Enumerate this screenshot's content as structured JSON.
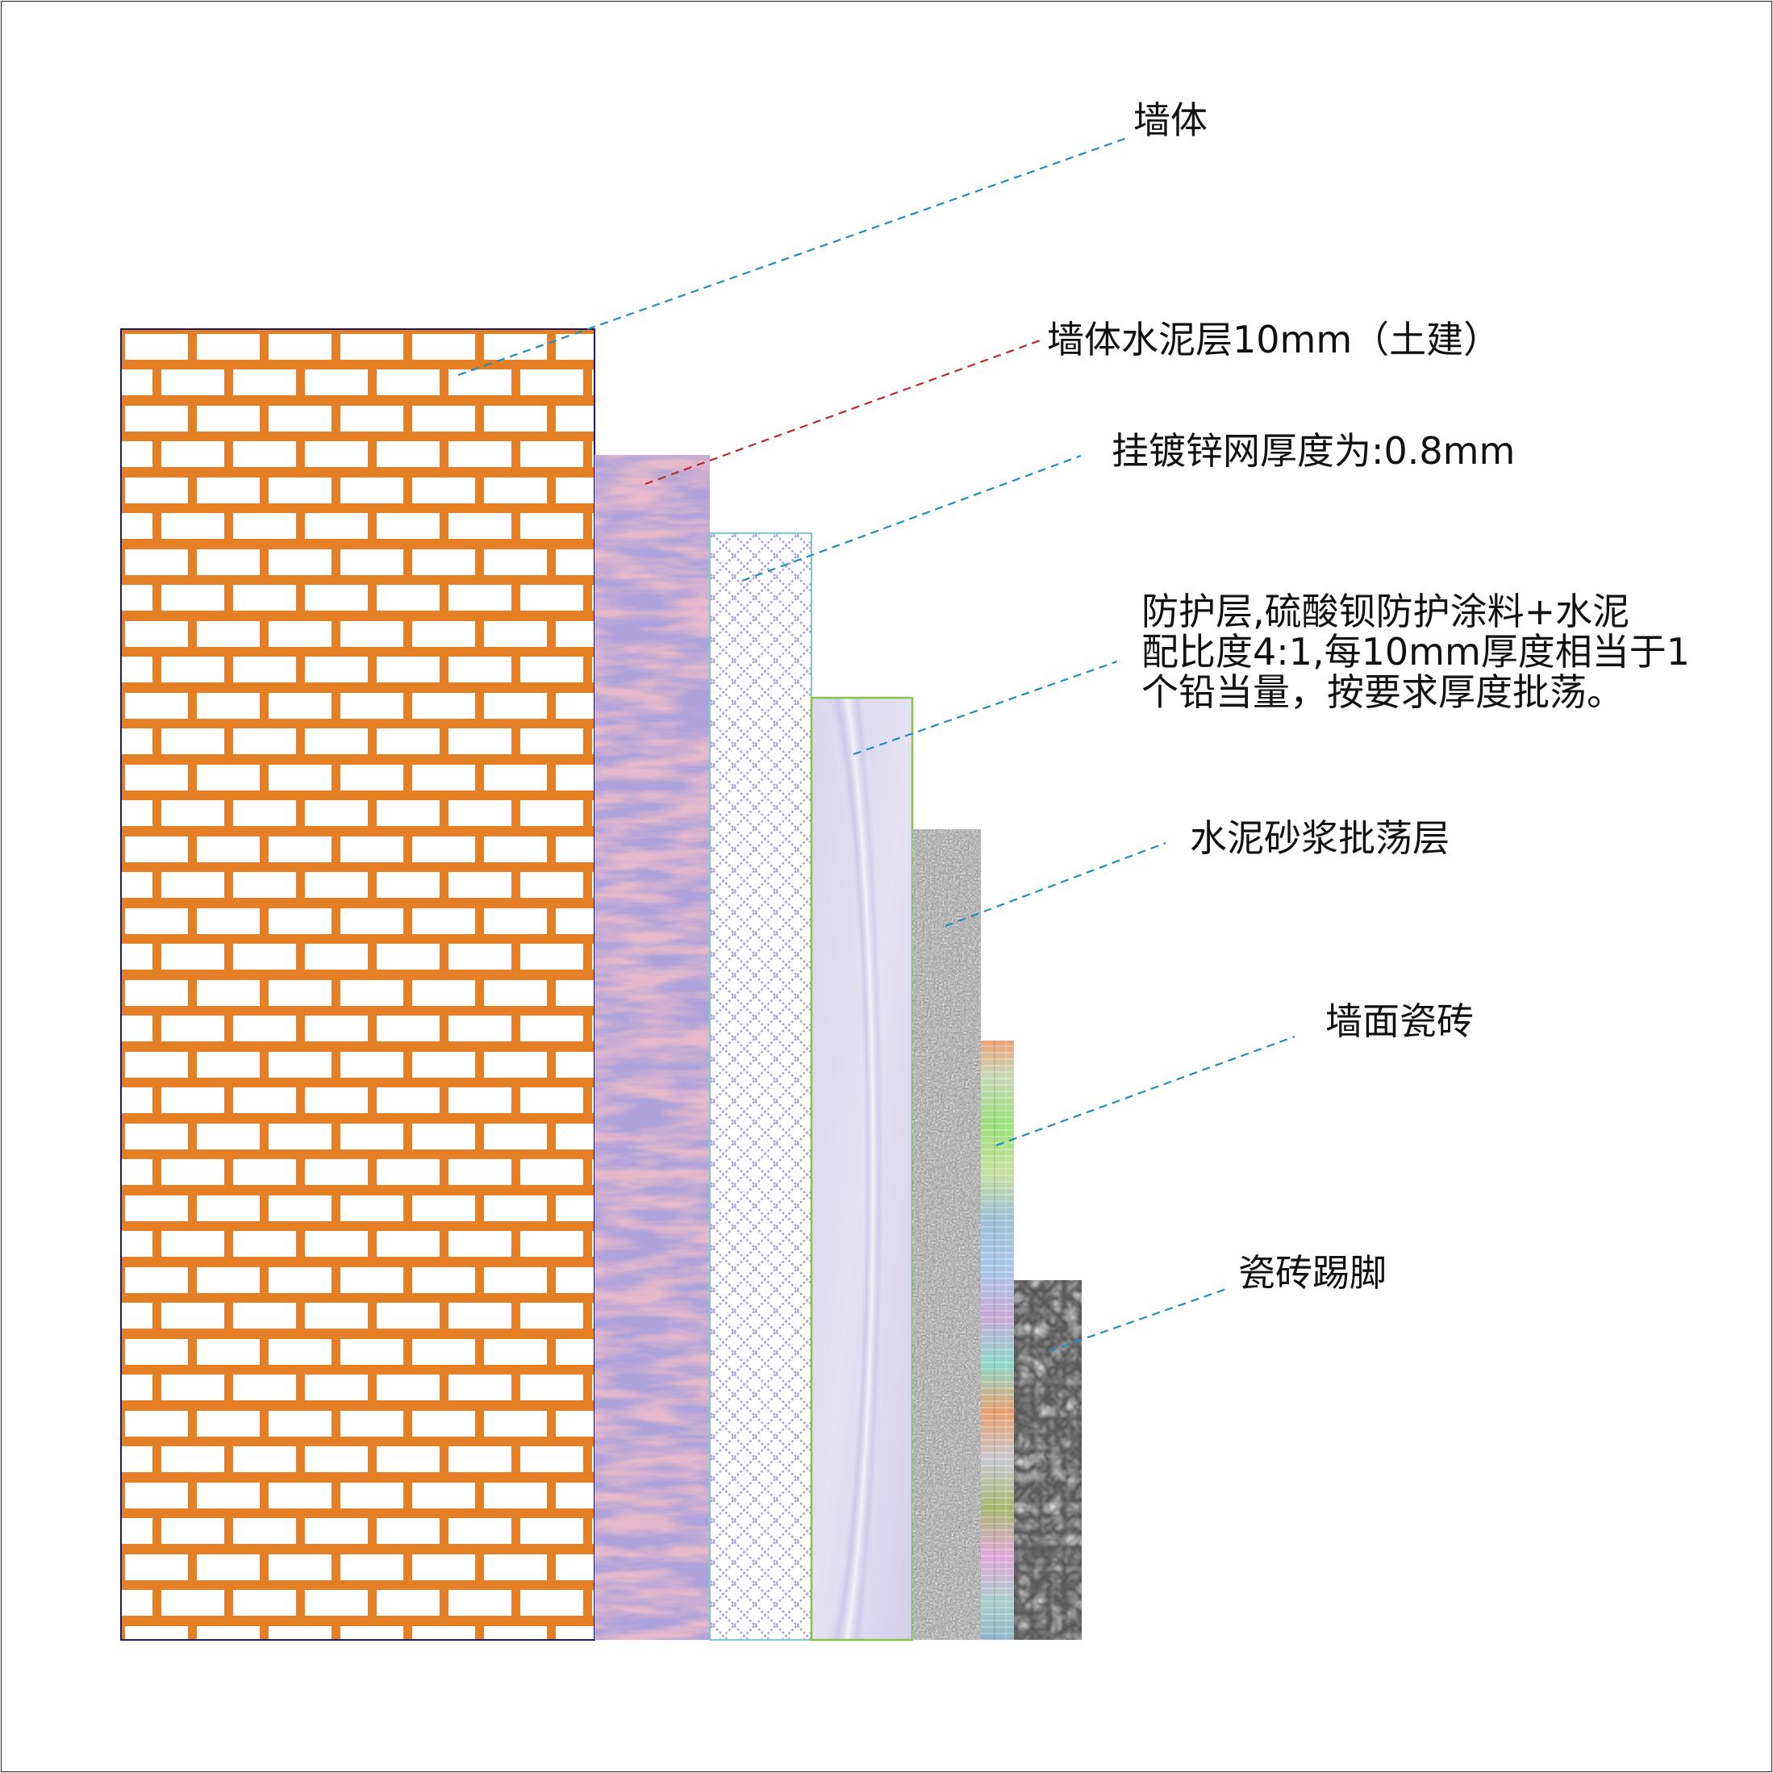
{
  "diagram": {
    "labels": {
      "wall": "墙体",
      "cement_layer": "墙体水泥层10mm（土建）",
      "mesh": "挂镀锌网厚度为:0.8mm",
      "protection_line1": "防护层,硫酸钡防护涂料+水泥",
      "protection_line2": "配比度4:1,每10mm厚度相当于1",
      "protection_line3": "个铅当量，按要求厚度批荡。",
      "mortar": "水泥砂浆批荡层",
      "wall_tile": "墙面瓷砖",
      "skirting": "瓷砖踢脚"
    },
    "colors": {
      "brick": "#E47F26",
      "mortar_joint": "#ffffff",
      "cement": "#8E86BE",
      "mesh": "#AFA8D2",
      "protection": "#DCD8EE",
      "plaster": "#9a9a9a",
      "leader_blue": "#1E8FC0",
      "leader_red": "#C0282C"
    }
  }
}
